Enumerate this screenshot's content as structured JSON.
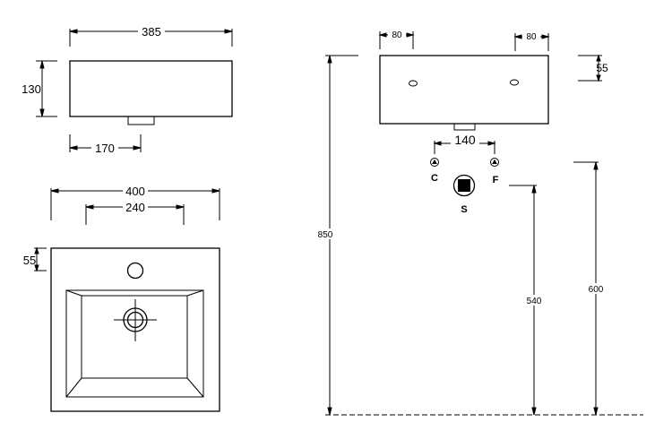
{
  "drawing": {
    "title": "",
    "colors": {
      "line": "#000000",
      "background": "#ffffff"
    }
  },
  "side_view": {
    "dims": {
      "total_width": "385",
      "height": "130",
      "drain_offset": "170"
    }
  },
  "top_view": {
    "dims": {
      "total_width": "400",
      "inner_width": "240",
      "tap_hole_offset": "55"
    }
  },
  "front_view": {
    "dims": {
      "tap_offset_left": "80",
      "tap_offset_right": "80",
      "tap_height": "55",
      "supply_spacing": "140",
      "basin_height": "850",
      "drain_height": "540",
      "supply_height": "600"
    },
    "labels": {
      "cold": "C",
      "hot": "F",
      "drain": "S"
    }
  }
}
